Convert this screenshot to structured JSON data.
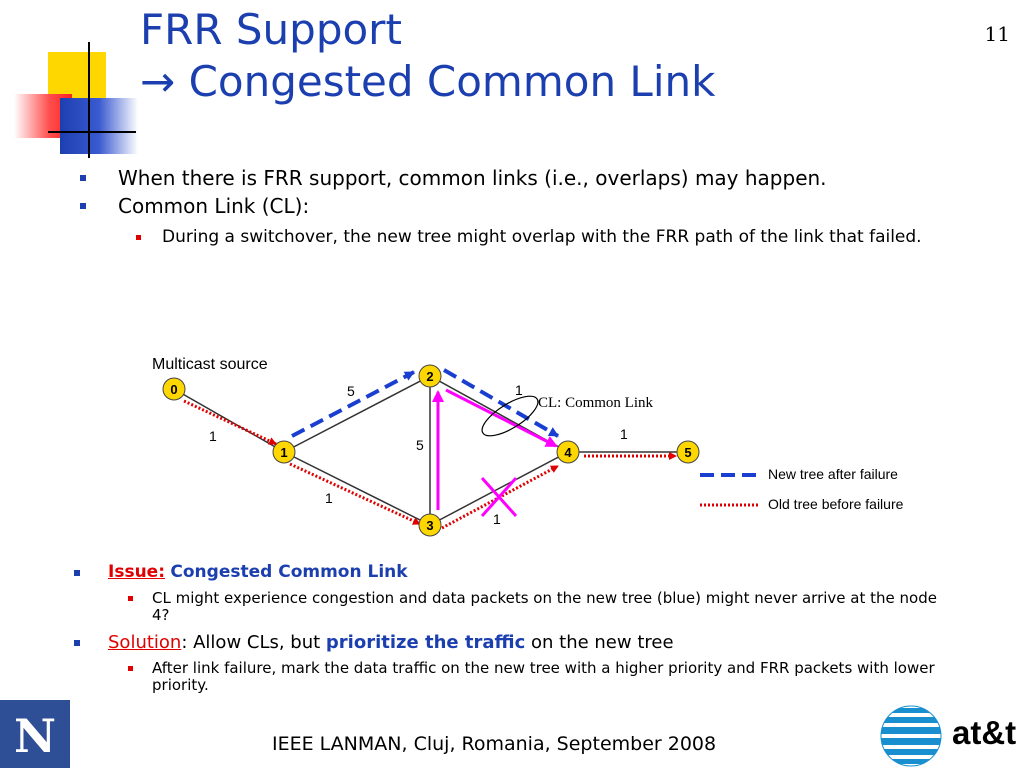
{
  "slide": {
    "title_line1": "FRR Support",
    "title_line2": "Congested Common Link",
    "title_arrow": "→",
    "number": "11"
  },
  "bullets_top": [
    "When there is FRR support, common links (i.e., overlaps) may happen.",
    "Common Link (CL):"
  ],
  "sub_bullets_top": [
    "During a switchover, the new tree might overlap with the FRR path of the link that failed."
  ],
  "diagram": {
    "source_label": "Multicast source",
    "cl_label": "CL: Common Link",
    "nodes": [
      "0",
      "1",
      "2",
      "3",
      "4",
      "5"
    ],
    "edge_weights": {
      "e01": "1",
      "e12": "5",
      "e13": "1",
      "e23": "5",
      "e24": "1",
      "e34": "1",
      "e45": "1"
    },
    "legend": {
      "new_tree": "New tree after failure",
      "old_tree": "Old tree before failure"
    },
    "colors": {
      "node_fill": "#ffd700",
      "new_tree": "#1a3fd0",
      "old_tree": "#e00000",
      "frr_path": "#ff00ff"
    }
  },
  "issue": {
    "label": "Issue:",
    "text": "Congested Common Link",
    "detail": "CL might experience congestion and data packets on the new tree (blue) might never arrive at the node 4?"
  },
  "solution": {
    "label": "Solution",
    "text_before": ": Allow CLs, but ",
    "highlight": "prioritize the traffic",
    "text_after": " on the new tree",
    "detail": "After link failure, mark the data traffic on the new tree with a higher priority and FRR packets with lower priority."
  },
  "footer": {
    "text": "IEEE LANMAN, Cluj, Romania, September 2008",
    "logo_left": "N",
    "logo_right": "at&t"
  }
}
